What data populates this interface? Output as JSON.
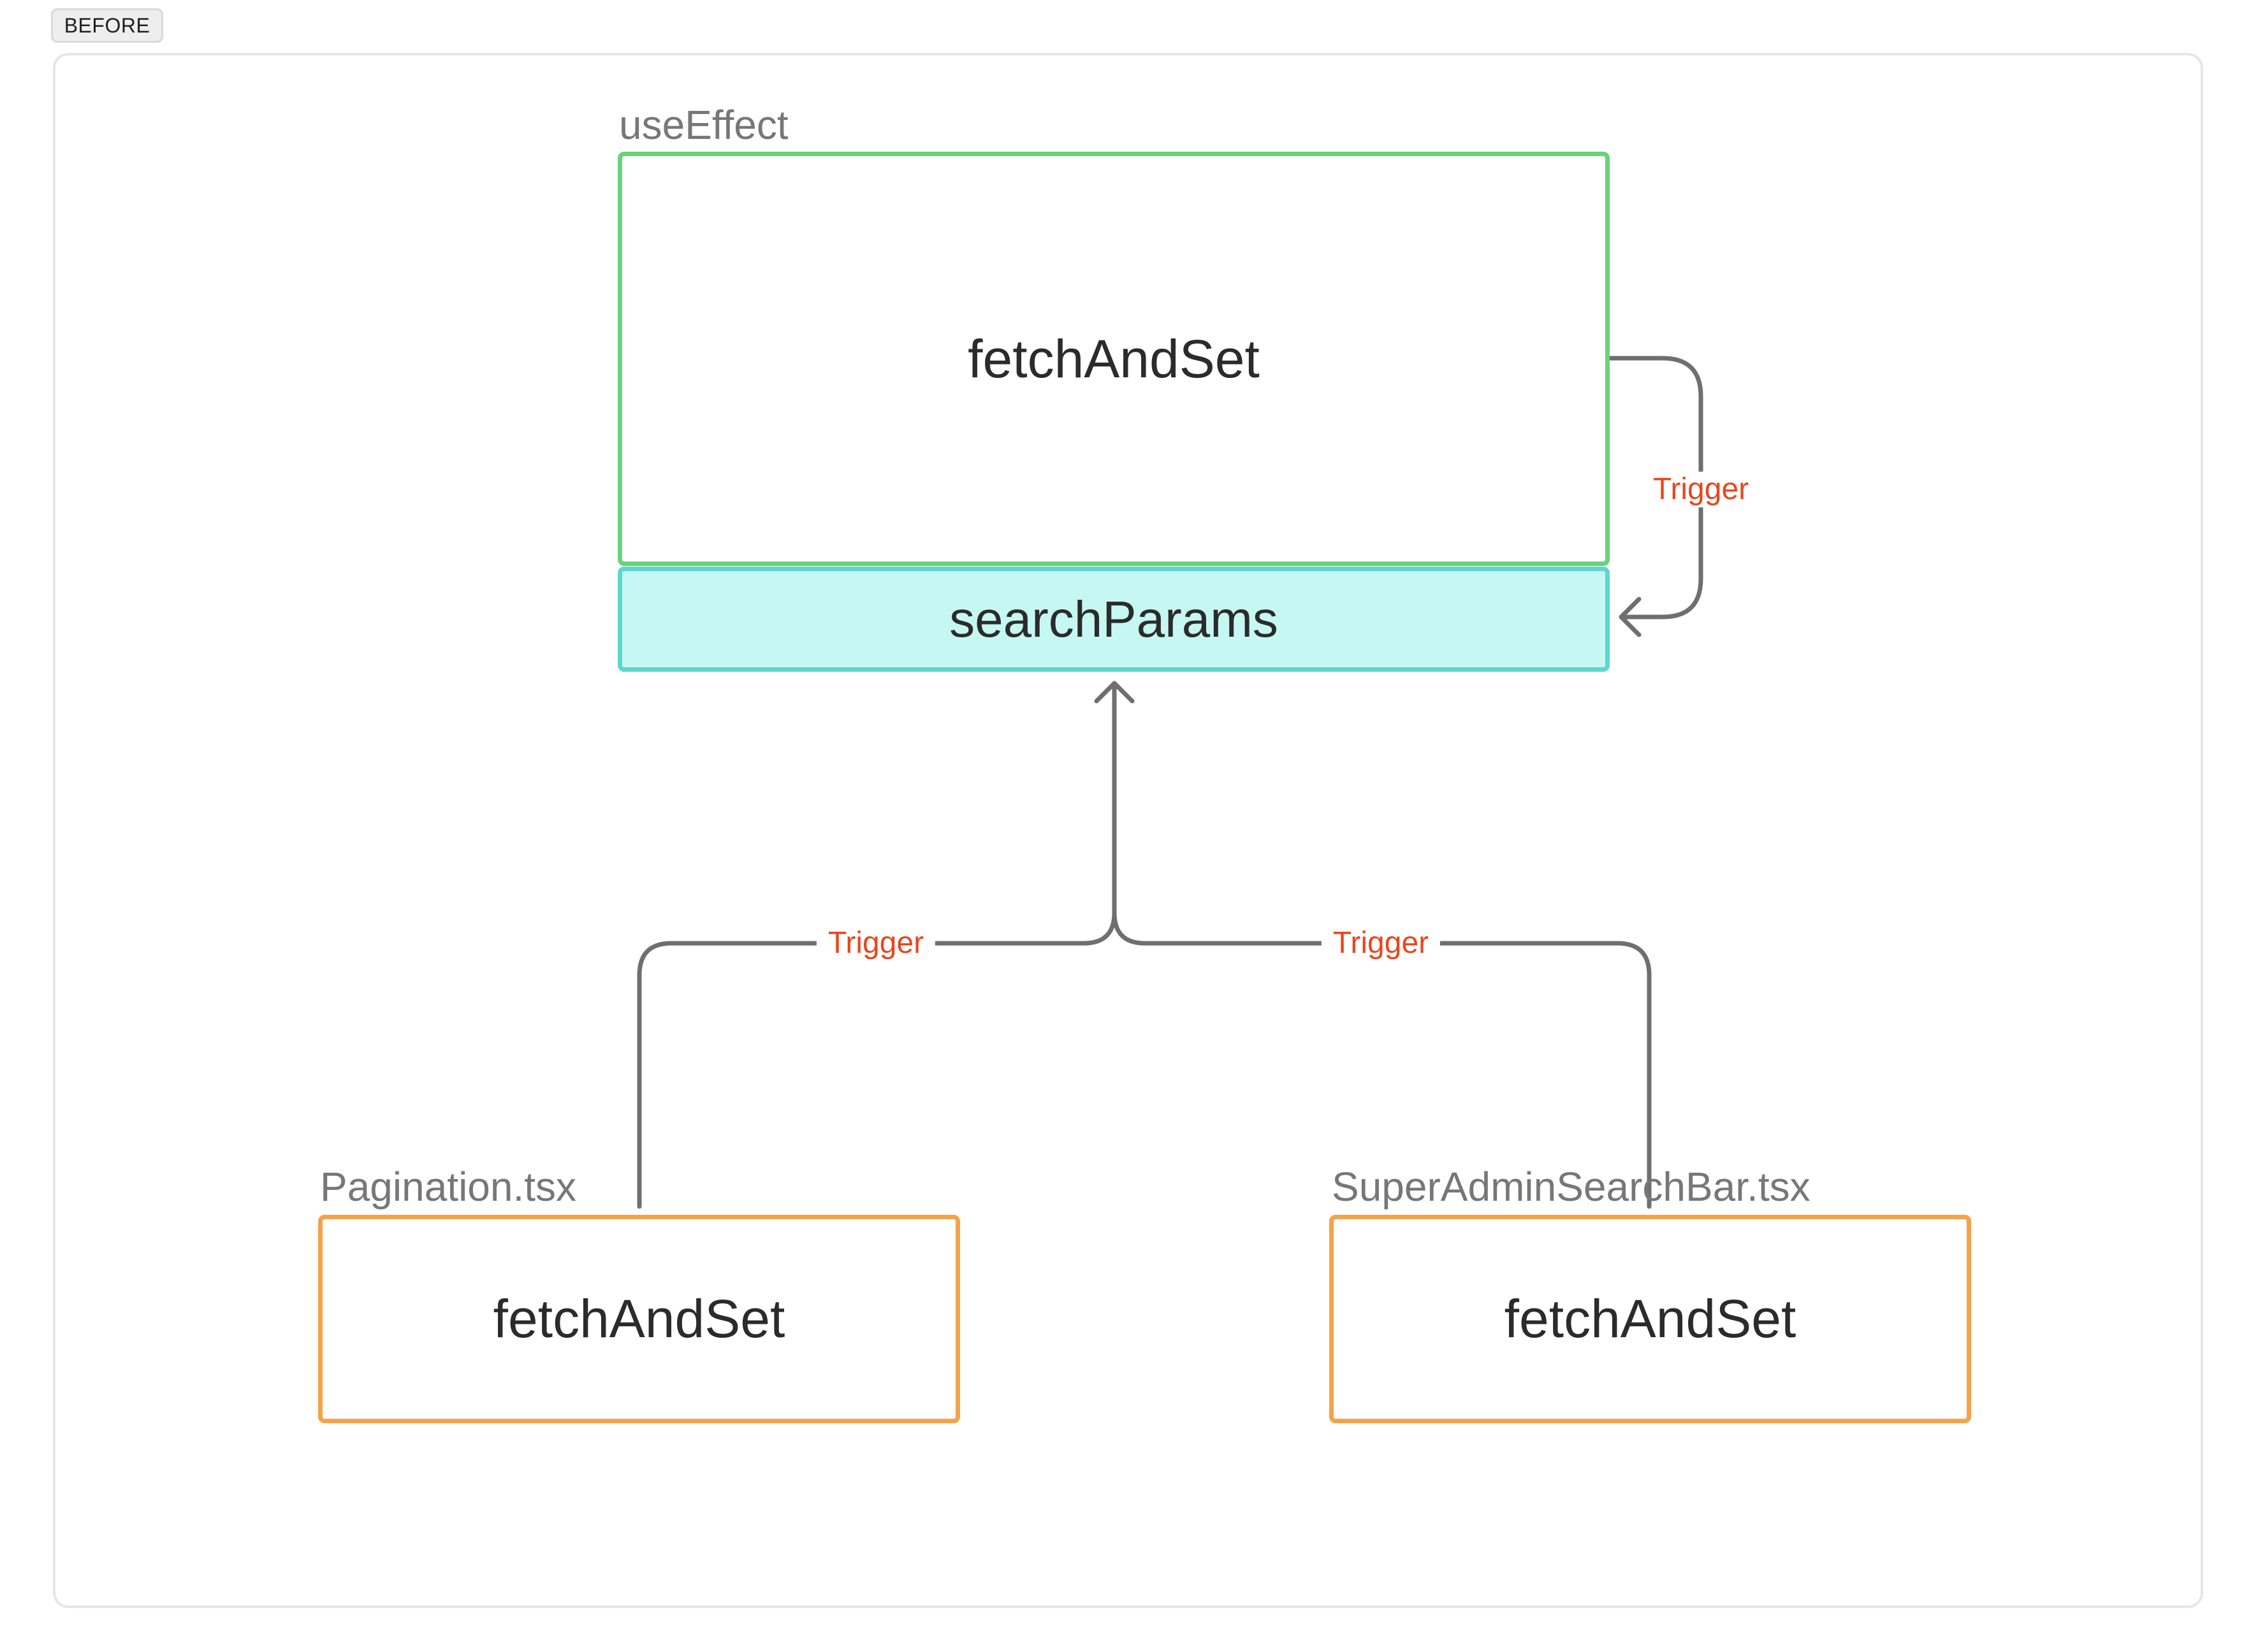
{
  "tag": {
    "label": "BEFORE"
  },
  "diagram": {
    "use_effect": {
      "label": "useEffect",
      "function": "fetchAndSet",
      "state": "searchParams"
    },
    "pagination": {
      "label": "Pagination.tsx",
      "function": "fetchAndSet"
    },
    "search_bar": {
      "label": "SuperAdminSearchBar.tsx",
      "function": "fetchAndSet"
    },
    "edges": {
      "self_trigger": "Trigger",
      "pagination_trigger": "Trigger",
      "search_bar_trigger": "Trigger"
    },
    "colors": {
      "effect_border": "#6ad27a",
      "state_border": "#5dd6cd",
      "state_fill": "#c6f8f3",
      "component_border": "#f5a249",
      "arrow": "#6f6f6f",
      "trigger_text": "#e8461f"
    }
  }
}
